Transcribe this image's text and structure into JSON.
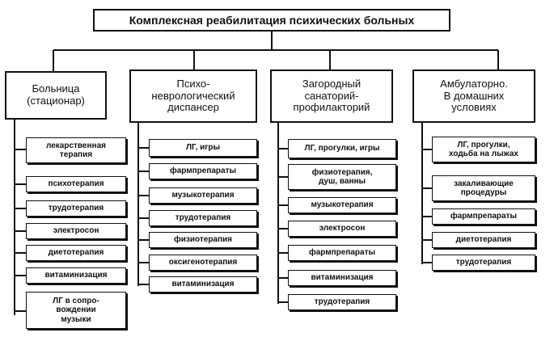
{
  "root": "Комплексная реабилитация психических больных",
  "columns": [
    {
      "title": "Больница\n(стационар)",
      "items": [
        "лекарственная\nтерапия",
        "психотерапия",
        "трудотерапия",
        "электросон",
        "диетотерапия",
        "витаминизация",
        "ЛГ в сопро-\nвождении\nмузыки"
      ]
    },
    {
      "title": "Психо-\nневрологический\nдиспансер",
      "items": [
        "ЛГ, игры",
        "фармпрепараты",
        "музыкотерапия",
        "трудотерапия",
        "физиотерапия",
        "оксигенотерапия",
        "витаминизация"
      ]
    },
    {
      "title": "Загородный\nсанаторий-\nпрофилакторий",
      "items": [
        "ЛГ, прогулки, игры",
        "физиотерапия,\nдуш, ванны",
        "музыкотерапия",
        "электросон",
        "фармпрепараты",
        "витаминизация",
        "трудотерапия"
      ]
    },
    {
      "title": "Амбулаторно.\nВ домашних\nусловиях",
      "items": [
        "ЛГ, прогулки,\nходьба на лыжах",
        "закаливающие\nпроцедуры",
        "фармпрепараты",
        "диетотерапия",
        "трудотерапия"
      ]
    }
  ]
}
